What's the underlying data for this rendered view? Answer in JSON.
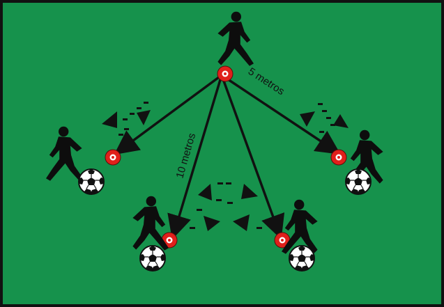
{
  "colors": {
    "field": "#16924c",
    "border": "#111111",
    "arrow": "#111111",
    "marker_outer": "#e0201b",
    "marker_inner": "#ffffff",
    "silhouette": "#0d0d0d",
    "ball_white": "#ffffff",
    "ball_black": "#111111"
  },
  "labels": {
    "five_meters": "5 metros",
    "ten_meters": "10 metros"
  },
  "icons": {
    "player": "soccer-player-silhouette",
    "ball": "soccer-ball",
    "marker": "cone-marker",
    "pass_arrow": "dashed-triangle-arrow",
    "distance_arrow": "solid-arrow"
  },
  "players_count": 5,
  "balls_count": 4,
  "markers_count": 5
}
